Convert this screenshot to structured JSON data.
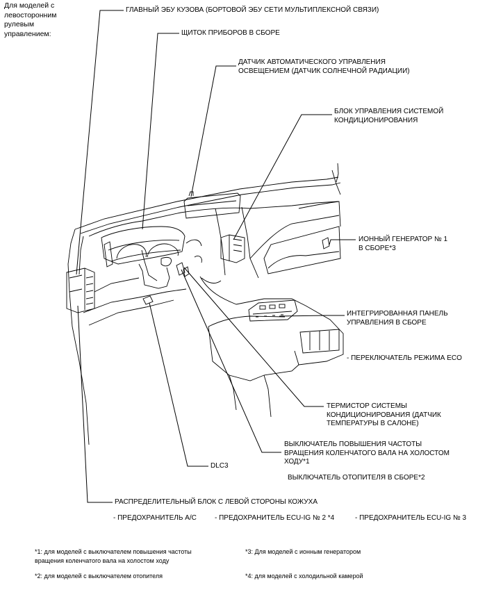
{
  "heading": [
    "Для моделей с",
    "левосторонним",
    "рулевым",
    "управлением:"
  ],
  "labels": {
    "body_ecu": "ГЛАВНЫЙ ЭБУ КУЗОВА (БОРТОВОЙ ЭБУ СЕТИ МУЛЬТИПЛЕКСНОЙ СВЯЗИ)",
    "combination_meter": "ЩИТОК ПРИБОРОВ В СБОРЕ",
    "light_sensor": [
      "ДАТЧИК АВТОМАТИЧЕСКОГО УПРАВЛЕНИЯ",
      "ОСВЕЩЕНИЕМ (ДАТЧИК СОЛНЕЧНОЙ РАДИАЦИИ)"
    ],
    "ac_control": [
      "БЛОК УПРАВЛЕНИЯ СИСТЕМОЙ",
      "КОНДИЦИОНИРОВАНИЯ"
    ],
    "ion_generator": [
      "ИОННЫЙ ГЕНЕРАТОР № 1",
      "В СБОРЕ*3"
    ],
    "integration_panel": [
      "ИНТЕГРИРОВАННАЯ ПАНЕЛЬ",
      "УПРАВЛЕНИЯ В СБОРЕ"
    ],
    "eco_switch": "- ПЕРЕКЛЮЧАТЕЛЬ РЕЖИМА ECO",
    "thermistor": [
      "ТЕРМИСТОР СИСТЕМЫ",
      "КОНДИЦИОНИРОВАНИЯ (ДАТЧИК",
      "ТЕМПЕРАТУРЫ В САЛОНЕ)"
    ],
    "idle_up_switch": [
      "ВЫКЛЮЧАТЕЛЬ ПОВЫШЕНИЯ ЧАСТОТЫ",
      "ВРАЩЕНИЯ КОЛЕНЧАТОГО ВАЛА НА ХОЛОСТОМ",
      "ХОДУ*1"
    ],
    "heater_switch": "ВЫКЛЮЧАТЕЛЬ ОТОПИТЕЛЯ В СБОРЕ*2",
    "dlc3": "DLC3",
    "junction_block": "РАСПРЕДЕЛИТЕЛЬНЫЙ БЛОК С ЛЕВОЙ СТОРОНЫ КОЖУХА",
    "fuse_ac": "- ПРЕДОХРАНИТЕЛЬ A/C",
    "fuse_ecuig2": "- ПРЕДОХРАНИТЕЛЬ ECU-IG № 2 *4",
    "fuse_ecuig3": "- ПРЕДОХРАНИТЕЛЬ ECU-IG № 3"
  },
  "notes": {
    "n1": [
      "*1: для моделей с выключателем повышения частоты",
      "вращения коленчатого вала на холостом ходу"
    ],
    "n2": "*2: для моделей с выключателем отопителя",
    "n3": "*3: Для моделей с ионным генератором",
    "n4": "*4: для моделей с холодильной камерой"
  }
}
